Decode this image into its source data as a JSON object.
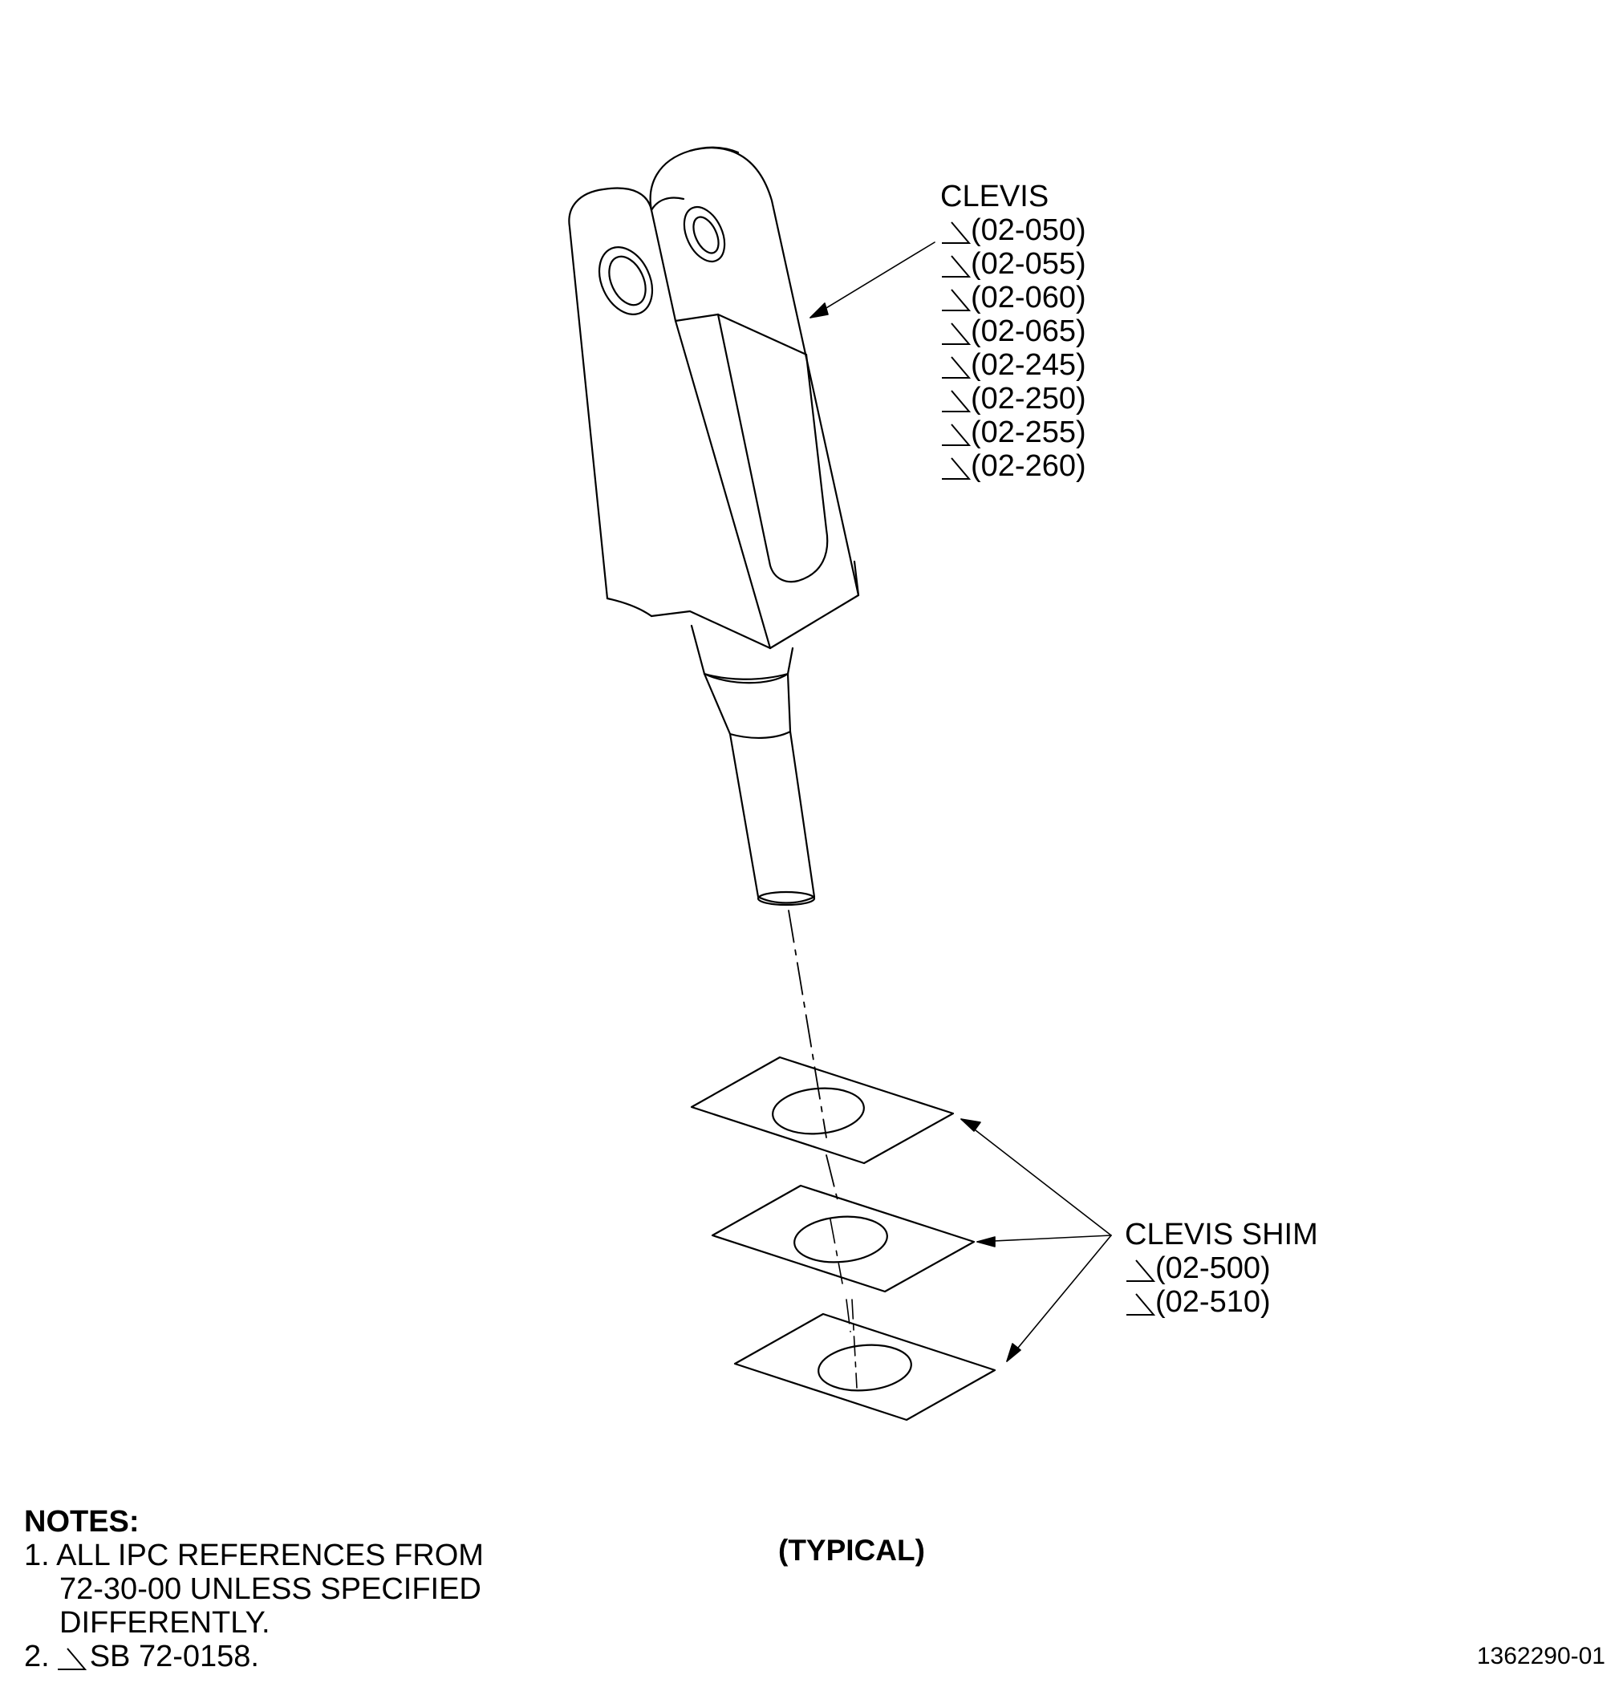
{
  "clevis_callout": {
    "label": "CLEVIS",
    "refs": [
      "(02-050)",
      "(02-055)",
      "(02-060)",
      "(02-065)",
      "(02-245)",
      "(02-250)",
      "(02-255)",
      "(02-260)"
    ]
  },
  "shim_callout": {
    "label": "CLEVIS SHIM",
    "refs": [
      "(02-500)",
      "(02-510)"
    ]
  },
  "notes": {
    "header": "NOTES:",
    "note1_line1": "1. ALL IPC REFERENCES FROM",
    "note1_line2": "72-30-00 UNLESS SPECIFIED",
    "note1_line3": "DIFFERENTLY.",
    "note2_prefix": "2.",
    "note2_text": "SB 72-0158."
  },
  "view_label": "(TYPICAL)",
  "figure_number": "1362290-01"
}
